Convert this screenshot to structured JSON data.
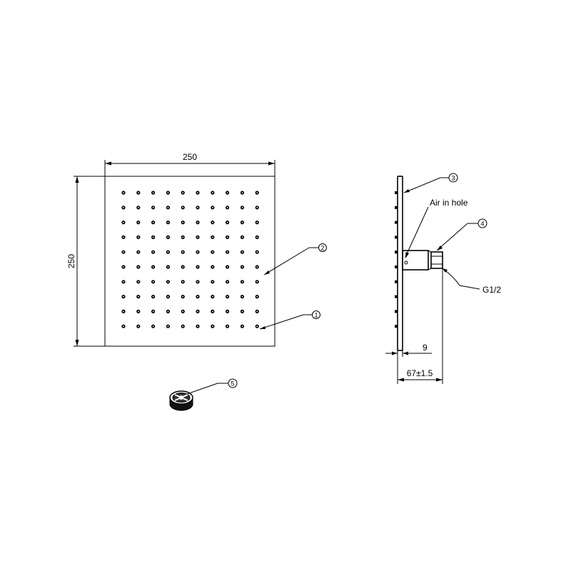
{
  "front_view": {
    "width_dim": "250",
    "height_dim": "250",
    "nozzle_rows": 10,
    "nozzle_cols": 10
  },
  "side_view": {
    "air_label": "Air in hole",
    "thread_label": "G1/2",
    "plate_dim": "9",
    "depth_dim": "67±1.5"
  },
  "callouts": {
    "c1": "1",
    "c2": "2",
    "c3": "3",
    "c4": "4",
    "c5": "5"
  }
}
